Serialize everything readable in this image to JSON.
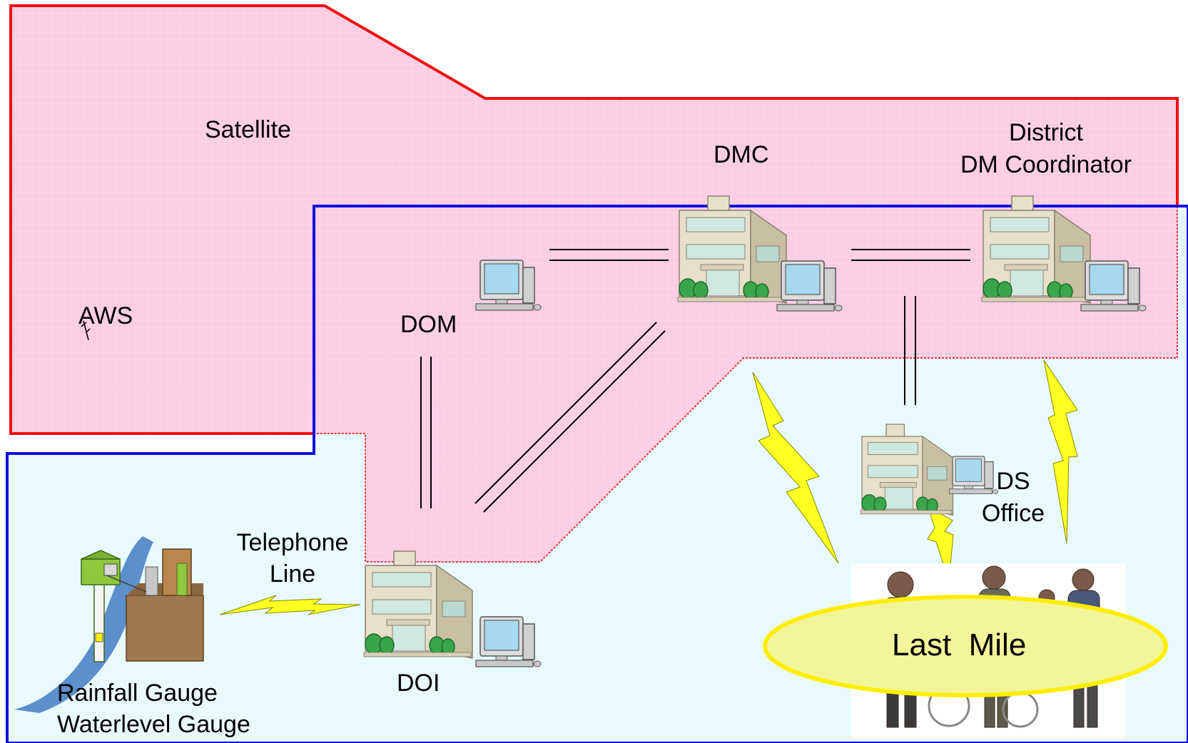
{
  "labels": {
    "satellite": "Satellite",
    "aws": "AWS",
    "dom": "DOM",
    "dmc": "DMC",
    "district_line1": "District",
    "district_line2": "DM Coordinator",
    "ds_line1": "DS",
    "ds_line2": "Office",
    "telephone_line1": "Telephone",
    "telephone_line2": "Line",
    "doi": "DOI",
    "gauge_line1": "Rainfall Gauge",
    "gauge_line2": "Waterlevel Gauge",
    "last_mile": "Last  Mile"
  },
  "colors": {
    "satellite_zone_fill": "#fcc8e0",
    "satellite_zone_border": "#ee1111",
    "ground_zone_fill": "#e9fafc",
    "ground_zone_border": "#1010dd",
    "lightning": "#ffff22",
    "last_mile_fill": "#f2f59a",
    "last_mile_border": "#ffee00",
    "river": "#5c8fcc"
  }
}
